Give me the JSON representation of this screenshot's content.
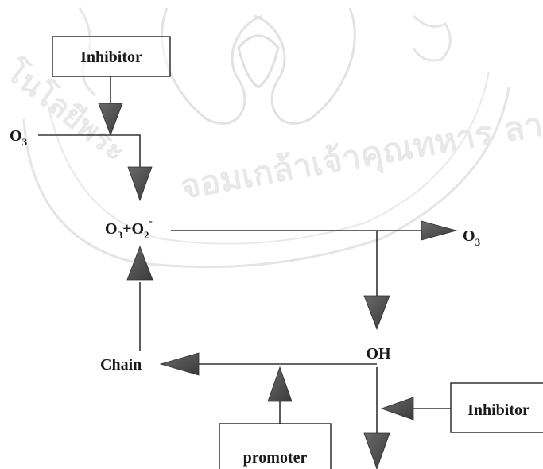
{
  "watermark": {
    "text": "จอมเกล้าเจ้าคุณทหาร ลาดกระบัง",
    "arc_left": "โนโลยีพระ",
    "color": "#d0d0d0"
  },
  "diagram": {
    "inhibitor_top": "Inhibitor",
    "o3_input_base": "O",
    "o3_input_sub": "3",
    "o3_reactant_base": "O",
    "o3_reactant_sub": "3",
    "plus": "+",
    "o2_base": "O",
    "o2_sub": "2",
    "o2_sup": "-",
    "o3_output_base": "O",
    "o3_output_sub": "3",
    "oh": "OH",
    "chain": "Chain",
    "inhibitor_right": "Inhibitor",
    "promoter": "promoter"
  },
  "colors": {
    "line": "#333333",
    "arrow": "#4a4a4a",
    "text": "#1a1a1a"
  }
}
